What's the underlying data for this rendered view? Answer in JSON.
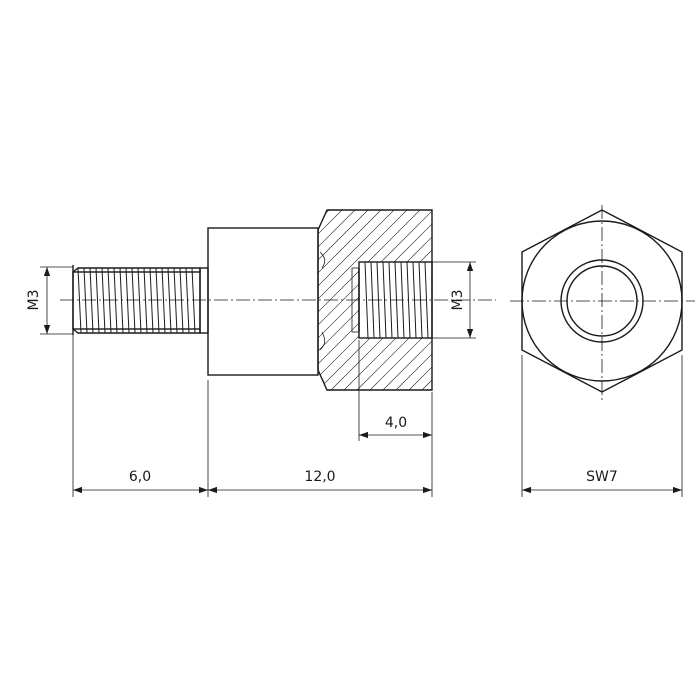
{
  "dimensions": {
    "pin_length": "6,0",
    "body_length": "12,0",
    "thread_depth": "4,0",
    "hex_width": "SW7",
    "outer_thread": "M3",
    "inner_thread": "M3"
  }
}
